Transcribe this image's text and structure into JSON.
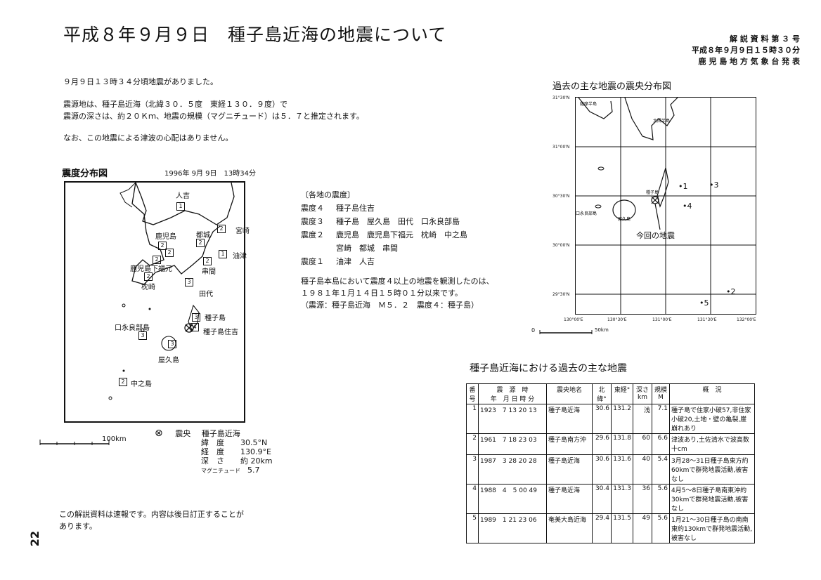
{
  "document": {
    "title": "平成８年９月９日　種子島近海の地震について",
    "header": {
      "line1": "解 説 資 料 第 ３ 号",
      "line2": "平成８年９月９日１５時３０分",
      "line3": "鹿 児 島 地 方 気 象 台 発 表"
    },
    "intro": {
      "p1": "９月９日１３時３４分頃地震がありました。",
      "p2a": "震源地は、種子島近海（北緯３０．５度　東経１３０．９度）で",
      "p2b": "震源の深さは、約２０Ｋｍ、地震の規模（マグニチュード）は５．７と推定されます。",
      "p3": "なお、この地震による津波の心配はありません。"
    },
    "left_map": {
      "heading": "震度分布図",
      "datetime": "1996年 9月 9日　13時34分",
      "places": [
        {
          "name": "人吉",
          "val": "1"
        },
        {
          "name": "宮崎",
          "val": ""
        },
        {
          "name": "都城",
          "val": "2"
        },
        {
          "name": "油津",
          "val": "1"
        },
        {
          "name": "鹿児島",
          "val": "2"
        },
        {
          "name": "串間",
          "val": "2"
        },
        {
          "name": "鹿児島下福元",
          "val": "2"
        },
        {
          "name": "枕崎",
          "val": "2"
        },
        {
          "name": "田代",
          "val": "3"
        },
        {
          "name": "種子島",
          "val": "3"
        },
        {
          "name": "種子島住吉",
          "val": "4"
        },
        {
          "name": "口永良部島",
          "val": "3"
        },
        {
          "name": "屋久島",
          "val": "3"
        },
        {
          "name": "中之島",
          "val": "2"
        }
      ],
      "scale_label": "100km",
      "legend": {
        "symbol": "⊗",
        "epi_label": "震央",
        "epi_name": "種子島近海",
        "lat_label": "緯　度",
        "lat_val": "30.5°N",
        "lon_label": "経　度",
        "lon_val": "130.9°E",
        "depth_label": "深　さ",
        "depth_val": "約 20km",
        "mag_label": "マグニチュード",
        "mag_val": "5.7"
      },
      "note1": "この解説資料は速報です。内容は後日訂正することが",
      "note2": "あります。"
    },
    "intensity_list": {
      "heading": "〔各地の震度〕",
      "rows": [
        {
          "level": "震度４",
          "places": "種子島住吉"
        },
        {
          "level": "震度３",
          "places": "種子島　屋久島　田代　口永良部島"
        },
        {
          "level": "震度２",
          "places": "鹿児島　鹿児島下福元　枕崎　中之島"
        },
        {
          "level": "",
          "places": "宮崎　都城　串間"
        },
        {
          "level": "震度１",
          "places": "油津　人吉"
        }
      ]
    },
    "record": {
      "line1": "種子島本島において震度４以上の地震を観測したのは、",
      "line2": "１９８１年１月１４日１５時０１分以来です。",
      "line3": "（震源：種子島近海　Ｍ５．２　震度４：種子島）"
    },
    "right_map": {
      "heading": "過去の主な地震の震央分布図",
      "lat_labels": [
        "31°30'N",
        "31°00'N",
        "30°30'N",
        "30°00'N",
        "29°30'N"
      ],
      "lon_labels": [
        "130°00'E",
        "130°30'E",
        "131°00'E",
        "131°30'E",
        "132°00'E"
      ],
      "places": [
        "薩摩半島",
        "大隅半島",
        "種子島",
        "口永良部島",
        "屋久島"
      ],
      "current_label": "今回の地震",
      "eq_numbers": [
        "1",
        "2",
        "3",
        "4",
        "5"
      ],
      "scale_zero": "0",
      "scale_label": "50km"
    },
    "past_table": {
      "heading": "種子島近海における過去の主な地震",
      "headers": {
        "no": "番号",
        "time": "震　源　時",
        "time_sub": "年　月 日 時 分",
        "area": "震央地名",
        "lat": "北緯°",
        "lon": "東経°",
        "depth": "深さkm",
        "mag": "規模M",
        "summary": "概　況"
      },
      "rows": [
        {
          "no": "1",
          "time": "1923　7 13 20 13",
          "area": "種子島近海",
          "lat": "30.6",
          "lon": "131.2",
          "depth": "浅",
          "mag": "7.1",
          "summary": "種子島で住家小破57,非住家小破20,土地・壁の亀裂,崖崩れあり"
        },
        {
          "no": "2",
          "time": "1961　7 18 23 03",
          "area": "種子島南方沖",
          "lat": "29.6",
          "lon": "131.8",
          "depth": "60",
          "mag": "6.6",
          "summary": "津波あり,土佐清水で波高数十cm"
        },
        {
          "no": "3",
          "time": "1987　3 28 20 28",
          "area": "種子島近海",
          "lat": "30.6",
          "lon": "131.6",
          "depth": "40",
          "mag": "5.4",
          "summary": "3月28～31日種子島東方約60kmで群発地震活動,被害なし"
        },
        {
          "no": "4",
          "time": "1988　4　5 00 49",
          "area": "種子島近海",
          "lat": "30.4",
          "lon": "131.3",
          "depth": "36",
          "mag": "5.6",
          "summary": "4月5～8日種子島南東沖約30kmで群発地震活動,被害なし"
        },
        {
          "no": "5",
          "time": "1989　1 21 23 06",
          "area": "奄美大島近海",
          "lat": "29.4",
          "lon": "131.5",
          "depth": "49",
          "mag": "5.6",
          "summary": "1月21～30日種子島の南南東約130kmで群発地震活動,被害なし"
        }
      ]
    },
    "page_number": "22"
  }
}
